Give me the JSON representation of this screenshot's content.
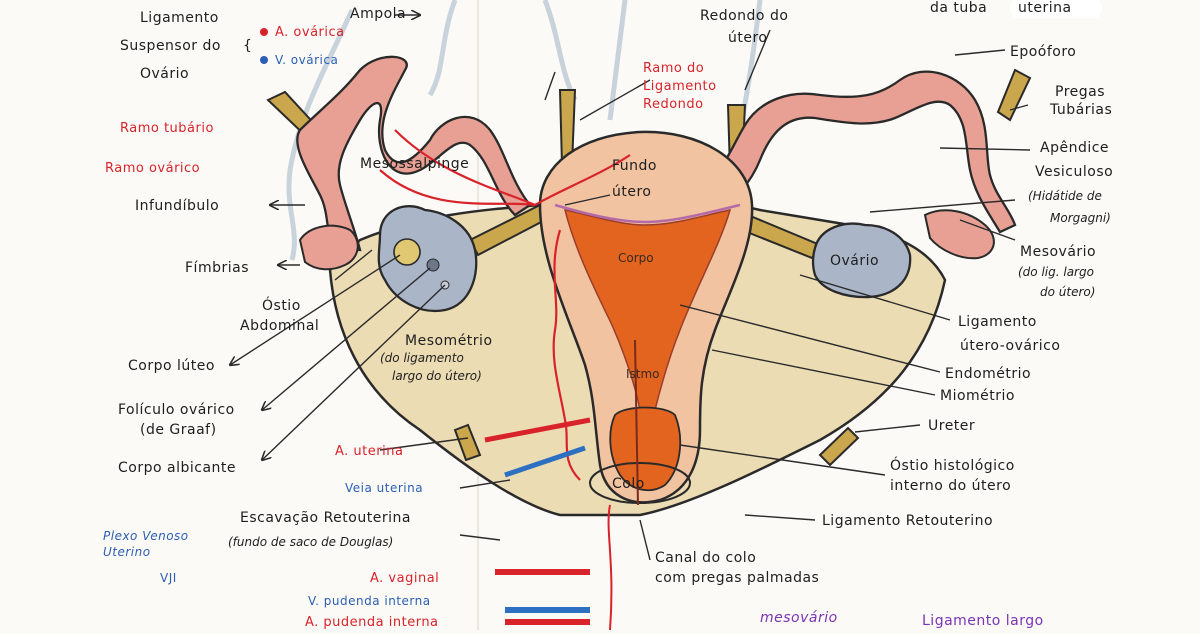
{
  "colors": {
    "ink": "#1e1e1e",
    "label_red": "#d9232b",
    "label_blue": "#2b5fb3",
    "label_purple": "#7a33b5",
    "tube_pink": "#e7a093",
    "uterus_orange": "#e2641f",
    "ovary_gray": "#aab5c8",
    "ligament_tan": "#e9d8ae",
    "ligament_rod": "#c9a64c",
    "background": "#fbfaf6"
  },
  "labels": {
    "lig_susp_1": "Ligamento",
    "lig_susp_2": "Suspensor do",
    "lig_susp_3": "Ovário",
    "a_ovarica": "A. ovárica",
    "v_ovarica": "V. ovárica",
    "ampola": "Ampola",
    "redondo_1": "Redondo do",
    "redondo_2": "útero",
    "tuba_uterina_prefix": "da tuba",
    "tuba_uterina_word": "uterina",
    "epooforo": "Epoóforo",
    "pregas_1": "Pregas",
    "pregas_2": "Tubárias",
    "apendice_1": "Apêndice",
    "apendice_2": "Vesiculoso",
    "hidatide_1": "(Hidátide de",
    "hidatide_2": "Morgagni)",
    "mesovario_1": "Mesovário",
    "mesovario_2": "(do lig. largo",
    "mesovario_3": "do útero)",
    "ramo_lig_1": "Ramo do",
    "ramo_lig_2": "Ligamento",
    "ramo_lig_3": "Redondo",
    "ramo_tubario": "Ramo tubário",
    "ramo_ovarico": "Ramo ovárico",
    "mesossalpinge": "Mesossalpinge",
    "fundo_1": "Fundo",
    "fundo_2": "útero",
    "infundibulo": "Infundíbulo",
    "fimbrias": "Fímbrias",
    "ostio_abd_1": "Óstio",
    "ostio_abd_2": "Abdominal",
    "corpo": "Corpo",
    "ovario": "Ovário",
    "lig_utero_ovarico_1": "Ligamento",
    "lig_utero_ovarico_2": "útero-ovárico",
    "mesometrio_1": "Mesométrio",
    "mesometrio_2": "(do ligamento",
    "mesometrio_3": "largo do útero)",
    "corpo_luteo": "Corpo lúteo",
    "istmo": "Istmo",
    "endometrio": "Endométrio",
    "miometrio": "Miométrio",
    "foliculo_1": "Folículo ovárico",
    "foliculo_2": "(de Graaf)",
    "a_uterina": "A. uterina",
    "ureter": "Ureter",
    "corpo_albicante": "Corpo albicante",
    "veia_uterina": "Veia uterina",
    "colo": "Colo",
    "ostio_hist_1": "Óstio histológico",
    "ostio_hist_2": "interno do útero",
    "plexo_1": "Plexo Venoso",
    "plexo_2": "Uterino",
    "vji": "VJI",
    "escavacao_1": "Escavação Retouterina",
    "escavacao_2": "(fundo de saco de Douglas)",
    "lig_retouterino": "Ligamento Retouterino",
    "canal_1": "Canal do colo",
    "canal_2": "com pregas palmadas",
    "a_vaginal": "A. vaginal",
    "v_pudenda": "V. pudenda interna",
    "a_pudenda": "A. pudenda interna",
    "mesovario_bottom": "mesovário",
    "lig_largo": "Ligamento largo"
  }
}
